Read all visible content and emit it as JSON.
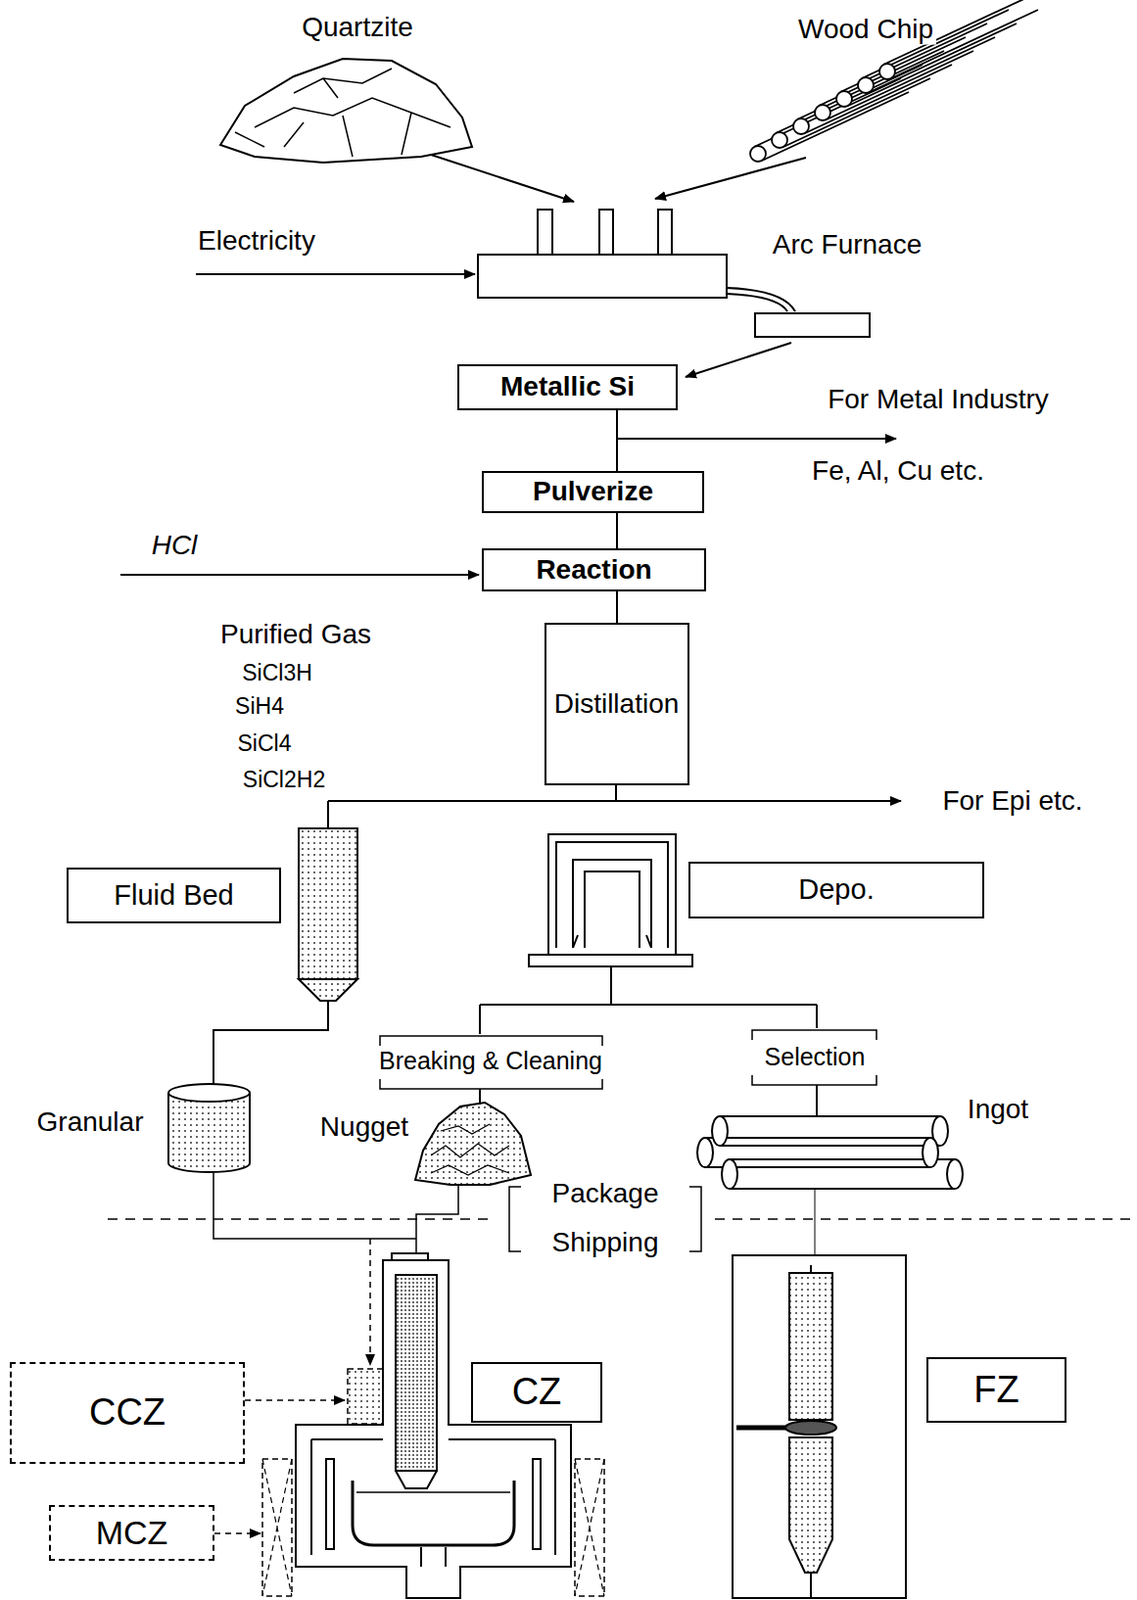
{
  "diagram": {
    "nodes": [
      {
        "text": [
          "Metallic Si"
        ]
      },
      {
        "text": [
          "Pulverize"
        ]
      },
      {
        "text": [
          "Reaction"
        ]
      },
      {
        "text": [
          "Distillation"
        ]
      },
      {
        "text": [
          "Fluid Bed"
        ]
      },
      {
        "text": [
          "Depo."
        ]
      },
      {
        "text": [
          "CCZ"
        ]
      },
      {
        "text": [
          "CZ"
        ]
      },
      {
        "text": [
          "FZ"
        ]
      },
      {
        "text": [
          "MCZ"
        ]
      }
    ],
    "edges": [
      {
        "from": 0,
        "to": 1,
        "arrow": "none"
      },
      {
        "from": 1,
        "to": 2,
        "arrow": "none"
      },
      {
        "from": 2,
        "to": 3,
        "arrow": "none"
      }
    ],
    "labels": [
      "Quartzite",
      "Wood Chip",
      "Electricity",
      "Arc Furnace",
      "For Metal Industry",
      "Fe, Al, Cu etc.",
      "HCl",
      "Purified Gas",
      "SiCl3H",
      "SiH4",
      "SiCl4",
      "SiCl2H2",
      "For Epi etc.",
      "Breaking & Cleaning",
      "Selection",
      "Granular",
      "Nugget",
      "Ingot",
      "Package",
      "Shipping"
    ]
  }
}
